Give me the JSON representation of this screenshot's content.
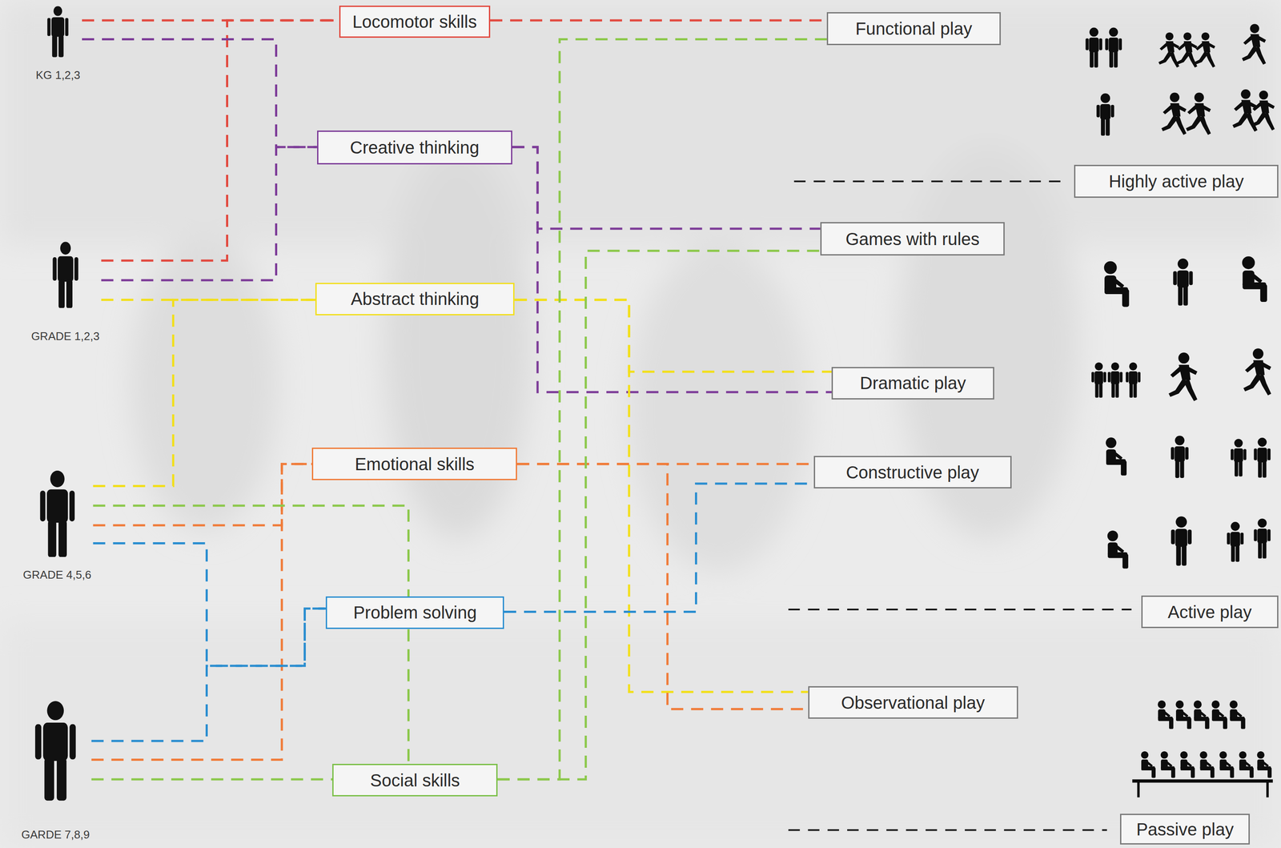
{
  "diagram": {
    "nodes": [
      {
        "text": [
          "KG 1,2,3"
        ]
      },
      {
        "text": [
          "Locomotor skills"
        ]
      },
      {
        "text": [
          "Functional play"
        ]
      },
      {
        "text": [
          "Creative thinking"
        ]
      },
      {
        "text": [
          "Highly active play"
        ]
      },
      {
        "text": [
          "Games with rules"
        ]
      },
      {
        "text": [
          "GRADE 1,2,3"
        ]
      },
      {
        "text": [
          "Abstract thinking"
        ]
      },
      {
        "text": [
          "Dramatic play"
        ]
      },
      {
        "text": [
          "Emotional skills"
        ]
      },
      {
        "text": [
          "Constructive play"
        ]
      },
      {
        "text": [
          "GRADE 4,5,6"
        ]
      },
      {
        "text": [
          "Problem solving"
        ]
      },
      {
        "text": [
          "Active play"
        ]
      },
      {
        "text": [
          "Observational play"
        ]
      },
      {
        "text": [
          "GARDE 7,8,9"
        ]
      },
      {
        "text": [
          "Social skills"
        ]
      },
      {
        "text": [
          "Passive play"
        ]
      }
    ],
    "edges": [
      {
        "from": 0,
        "to": 1,
        "arrow": "none"
      },
      {
        "from": 6,
        "to": 1,
        "arrow": "none"
      },
      {
        "from": 1,
        "to": 2,
        "arrow": "none"
      },
      {
        "from": 0,
        "to": 3,
        "arrow": "none"
      },
      {
        "from": 6,
        "to": 3,
        "arrow": "none"
      },
      {
        "from": 3,
        "to": 5,
        "arrow": "none"
      },
      {
        "from": 3,
        "to": 8,
        "arrow": "none"
      },
      {
        "from": 6,
        "to": 7,
        "arrow": "none"
      },
      {
        "from": 11,
        "to": 7,
        "arrow": "none"
      },
      {
        "from": 7,
        "to": 8,
        "arrow": "none"
      },
      {
        "from": 7,
        "to": 14,
        "arrow": "none"
      },
      {
        "from": 11,
        "to": 9,
        "arrow": "none"
      },
      {
        "from": 15,
        "to": 9,
        "arrow": "none"
      },
      {
        "from": 9,
        "to": 10,
        "arrow": "none"
      },
      {
        "from": 9,
        "to": 14,
        "arrow": "none"
      },
      {
        "from": 11,
        "to": 12,
        "arrow": "none"
      },
      {
        "from": 15,
        "to": 12,
        "arrow": "none"
      },
      {
        "from": 12,
        "to": 10,
        "arrow": "none"
      },
      {
        "from": 11,
        "to": 16,
        "arrow": "none"
      },
      {
        "from": 15,
        "to": 16,
        "arrow": "none"
      },
      {
        "from": 16,
        "to": 2,
        "arrow": "none"
      },
      {
        "from": 16,
        "to": 5,
        "arrow": "none"
      }
    ]
  }
}
